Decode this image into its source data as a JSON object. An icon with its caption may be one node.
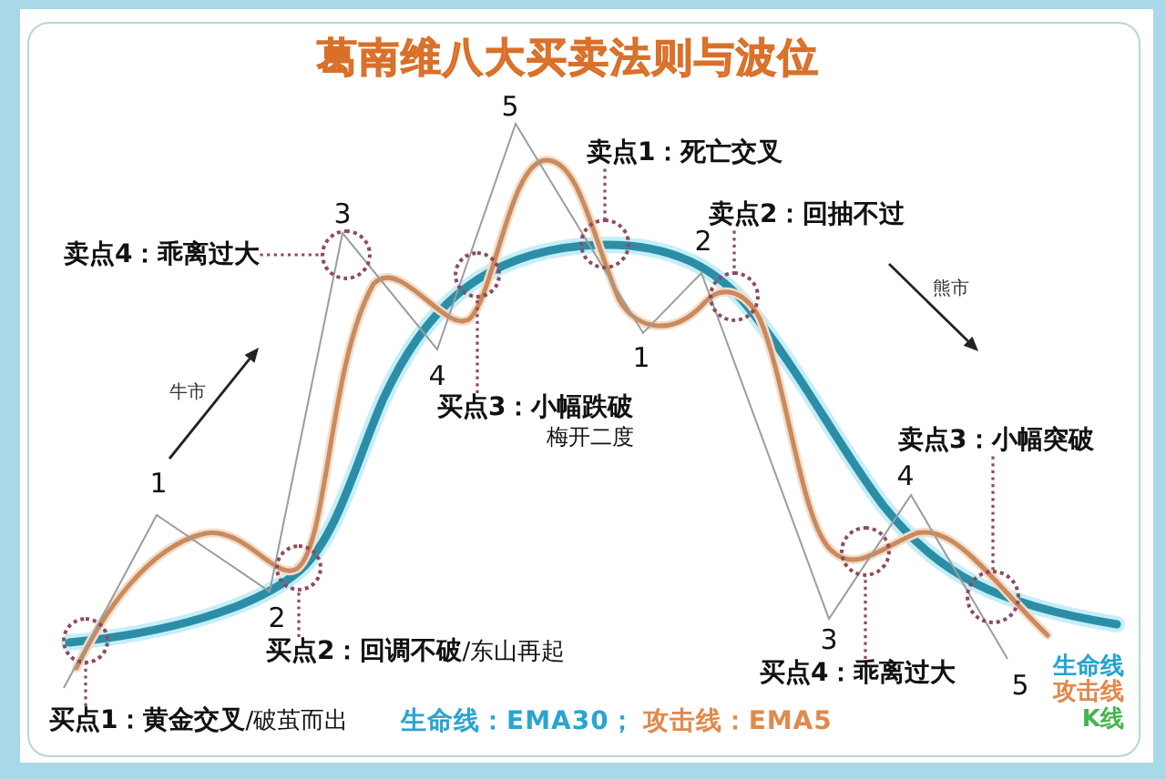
{
  "diagram": {
    "title": "葛南维八大买卖法则与波位",
    "nodes": [
      {
        "text": [
          "卖点1：死亡交叉"
        ]
      },
      {
        "text": [
          "卖点2：回抽不过"
        ]
      },
      {
        "text": [
          "卖点4：乖离过大"
        ]
      },
      {
        "text": [
          "买点3：小幅跌破",
          "梅开二度"
        ]
      },
      {
        "text": [
          "卖点3：小幅突破"
        ]
      },
      {
        "text": [
          "**买点2：回调不破**/东山再起"
        ]
      },
      {
        "text": [
          "买点4：乖离过大"
        ]
      },
      {
        "text": [
          "**买点1：黄金交叉**/破茧而出"
        ]
      },
      {
        "text": [],
        "shape": "circle"
      },
      {
        "text": [],
        "shape": "circle"
      },
      {
        "text": [],
        "shape": "circle"
      },
      {
        "text": [],
        "shape": "circle"
      },
      {
        "text": [],
        "shape": "circle"
      },
      {
        "text": [],
        "shape": "circle"
      },
      {
        "text": [],
        "shape": "circle"
      },
      {
        "text": [],
        "shape": "circle"
      }
    ],
    "edges": [
      {
        "from": 7,
        "to": 8,
        "arrow": "none"
      },
      {
        "from": 5,
        "to": 9,
        "arrow": "none"
      },
      {
        "from": 2,
        "to": 10,
        "arrow": "none"
      },
      {
        "from": 3,
        "to": 11,
        "arrow": "none"
      },
      {
        "from": 0,
        "to": 12,
        "arrow": "none"
      },
      {
        "from": 1,
        "to": 13,
        "arrow": "none"
      },
      {
        "from": 6,
        "to": 14,
        "arrow": "none"
      },
      {
        "from": 4,
        "to": 15,
        "arrow": "none"
      }
    ],
    "labels": [
      "5",
      "3",
      "2",
      "熊市",
      "1",
      "4",
      "牛市",
      "4",
      "1",
      "2",
      "3",
      "5",
      "生命线：EMA30；",
      "攻击线：EMA5"
    ],
    "legend": [
      {
        "text": "生命线",
        "color": "#27a3cf"
      },
      {
        "text": "攻击线",
        "color": "#e0894c"
      },
      {
        "text": "K线",
        "color": "#46b64e"
      }
    ]
  }
}
